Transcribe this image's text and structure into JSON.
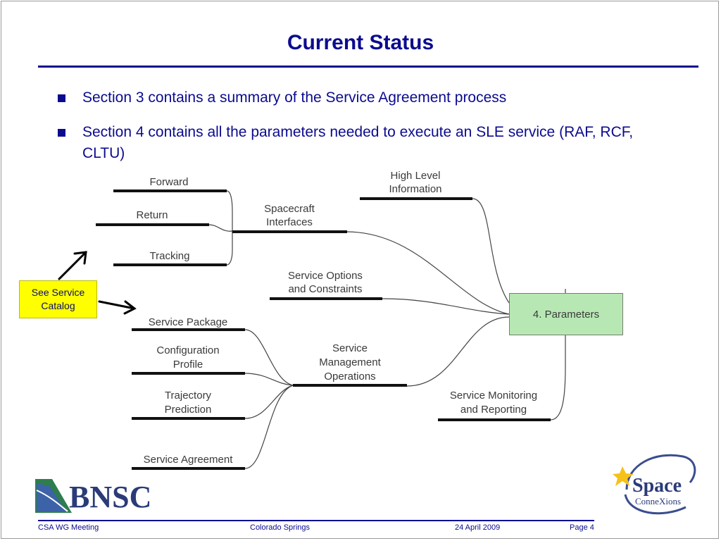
{
  "slide": {
    "title": "Current Status",
    "bullets": [
      "Section 3 contains a summary of the Service Agreement process",
      "Section 4 contains all the parameters needed to execute an SLE service (RAF, RCF, CLTU)"
    ]
  },
  "mindmap": {
    "center": "4. Parameters",
    "nodes": {
      "high_level": [
        "High Level",
        "Information"
      ],
      "spacecraft": [
        "Spacecraft",
        "Interfaces"
      ],
      "forward": "Forward",
      "return": "Return",
      "tracking": "Tracking",
      "options": [
        "Service Options",
        "and Constraints"
      ],
      "management": [
        "Service",
        "Management",
        "Operations"
      ],
      "package": "Service Package",
      "configuration": [
        "Configuration",
        "Profile"
      ],
      "trajectory": [
        "Trajectory",
        "Prediction"
      ],
      "agreement": "Service Agreement",
      "monitoring": [
        "Service Monitoring",
        "and Reporting"
      ]
    }
  },
  "callout": {
    "line1": "See Service",
    "line2": "Catalog"
  },
  "logos": {
    "left": "BNSC",
    "right_1": "Space",
    "right_2": "ConneXions"
  },
  "footer": {
    "meeting": "CSA WG Meeting",
    "location": "Colorado Springs",
    "date": "24 April 2009",
    "page": "Page 4"
  },
  "colors": {
    "title": "#0b0b8f",
    "callout": "#ffff00",
    "center_box": "#b7e8b4"
  }
}
